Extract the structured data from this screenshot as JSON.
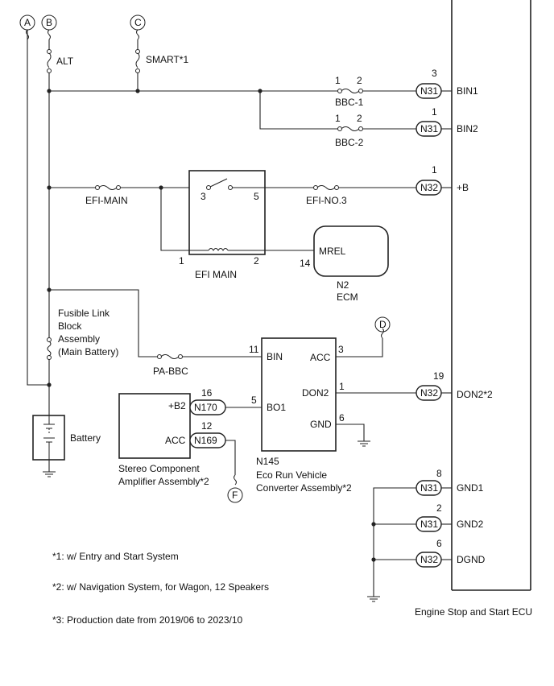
{
  "terminals": {
    "a": "A",
    "b": "B",
    "c": "C",
    "d": "D",
    "f": "F"
  },
  "fuses": {
    "alt": "ALT",
    "smart": "SMART*1",
    "bbc1": "BBC-1",
    "bbc2": "BBC-2",
    "efi_main": "EFI-MAIN",
    "efi_no3": "EFI-NO.3",
    "pa_bbc": "PA-BBC",
    "fusible_link": [
      "Fusible Link",
      "Block",
      "Assembly",
      "(Main Battery)"
    ]
  },
  "pins": {
    "bbc1_1": "1",
    "bbc1_2": "2",
    "bbc2_1": "1",
    "bbc2_2": "2",
    "bin1_pin": "3",
    "bin2_pin": "1",
    "b_pin": "1",
    "relay_3": "3",
    "relay_5": "5",
    "relay_1": "1",
    "relay_2": "2",
    "mrel_pin": "14",
    "conv_bin": "11",
    "conv_acc": "3",
    "conv_don2": "1",
    "conv_gnd": "6",
    "conv_bo1": "5",
    "don2_pin": "19",
    "amp_b2": "16",
    "amp_acc": "12",
    "gnd1_pin": "8",
    "gnd2_pin": "2",
    "dgnd_pin": "6"
  },
  "connectors": {
    "n31_a": "N31",
    "n31_b": "N31",
    "n32_a": "N32",
    "n32_b": "N32",
    "n31_c": "N31",
    "n31_d": "N31",
    "n32_c": "N32",
    "n170": "N170",
    "n169": "N169"
  },
  "ecu_terminals": {
    "bin1": "BIN1",
    "bin2": "BIN2",
    "plus_b": "+B",
    "don2": "DON2*2",
    "gnd1": "GND1",
    "gnd2": "GND2",
    "dgnd": "DGND"
  },
  "relay": {
    "label": "EFI MAIN"
  },
  "ecm": {
    "terminal": "MREL",
    "code": "N2",
    "name": "ECM"
  },
  "converter": {
    "bin": "BIN",
    "acc": "ACC",
    "don2": "DON2",
    "gnd": "GND",
    "bo1": "BO1",
    "code": "N145",
    "name": [
      "Eco Run Vehicle",
      "Converter Assembly*2"
    ]
  },
  "amplifier": {
    "b2": "+B2",
    "acc": "ACC",
    "name": [
      "Stereo Component",
      "Amplifier Assembly*2"
    ]
  },
  "battery": {
    "label": "Battery"
  },
  "ecu": {
    "name": "Engine Stop and Start ECU"
  },
  "notes": [
    "*1: w/ Entry and Start System",
    "*2: w/ Navigation System, for Wagon, 12 Speakers",
    "*3: Production date from 2019/06 to 2023/10"
  ]
}
